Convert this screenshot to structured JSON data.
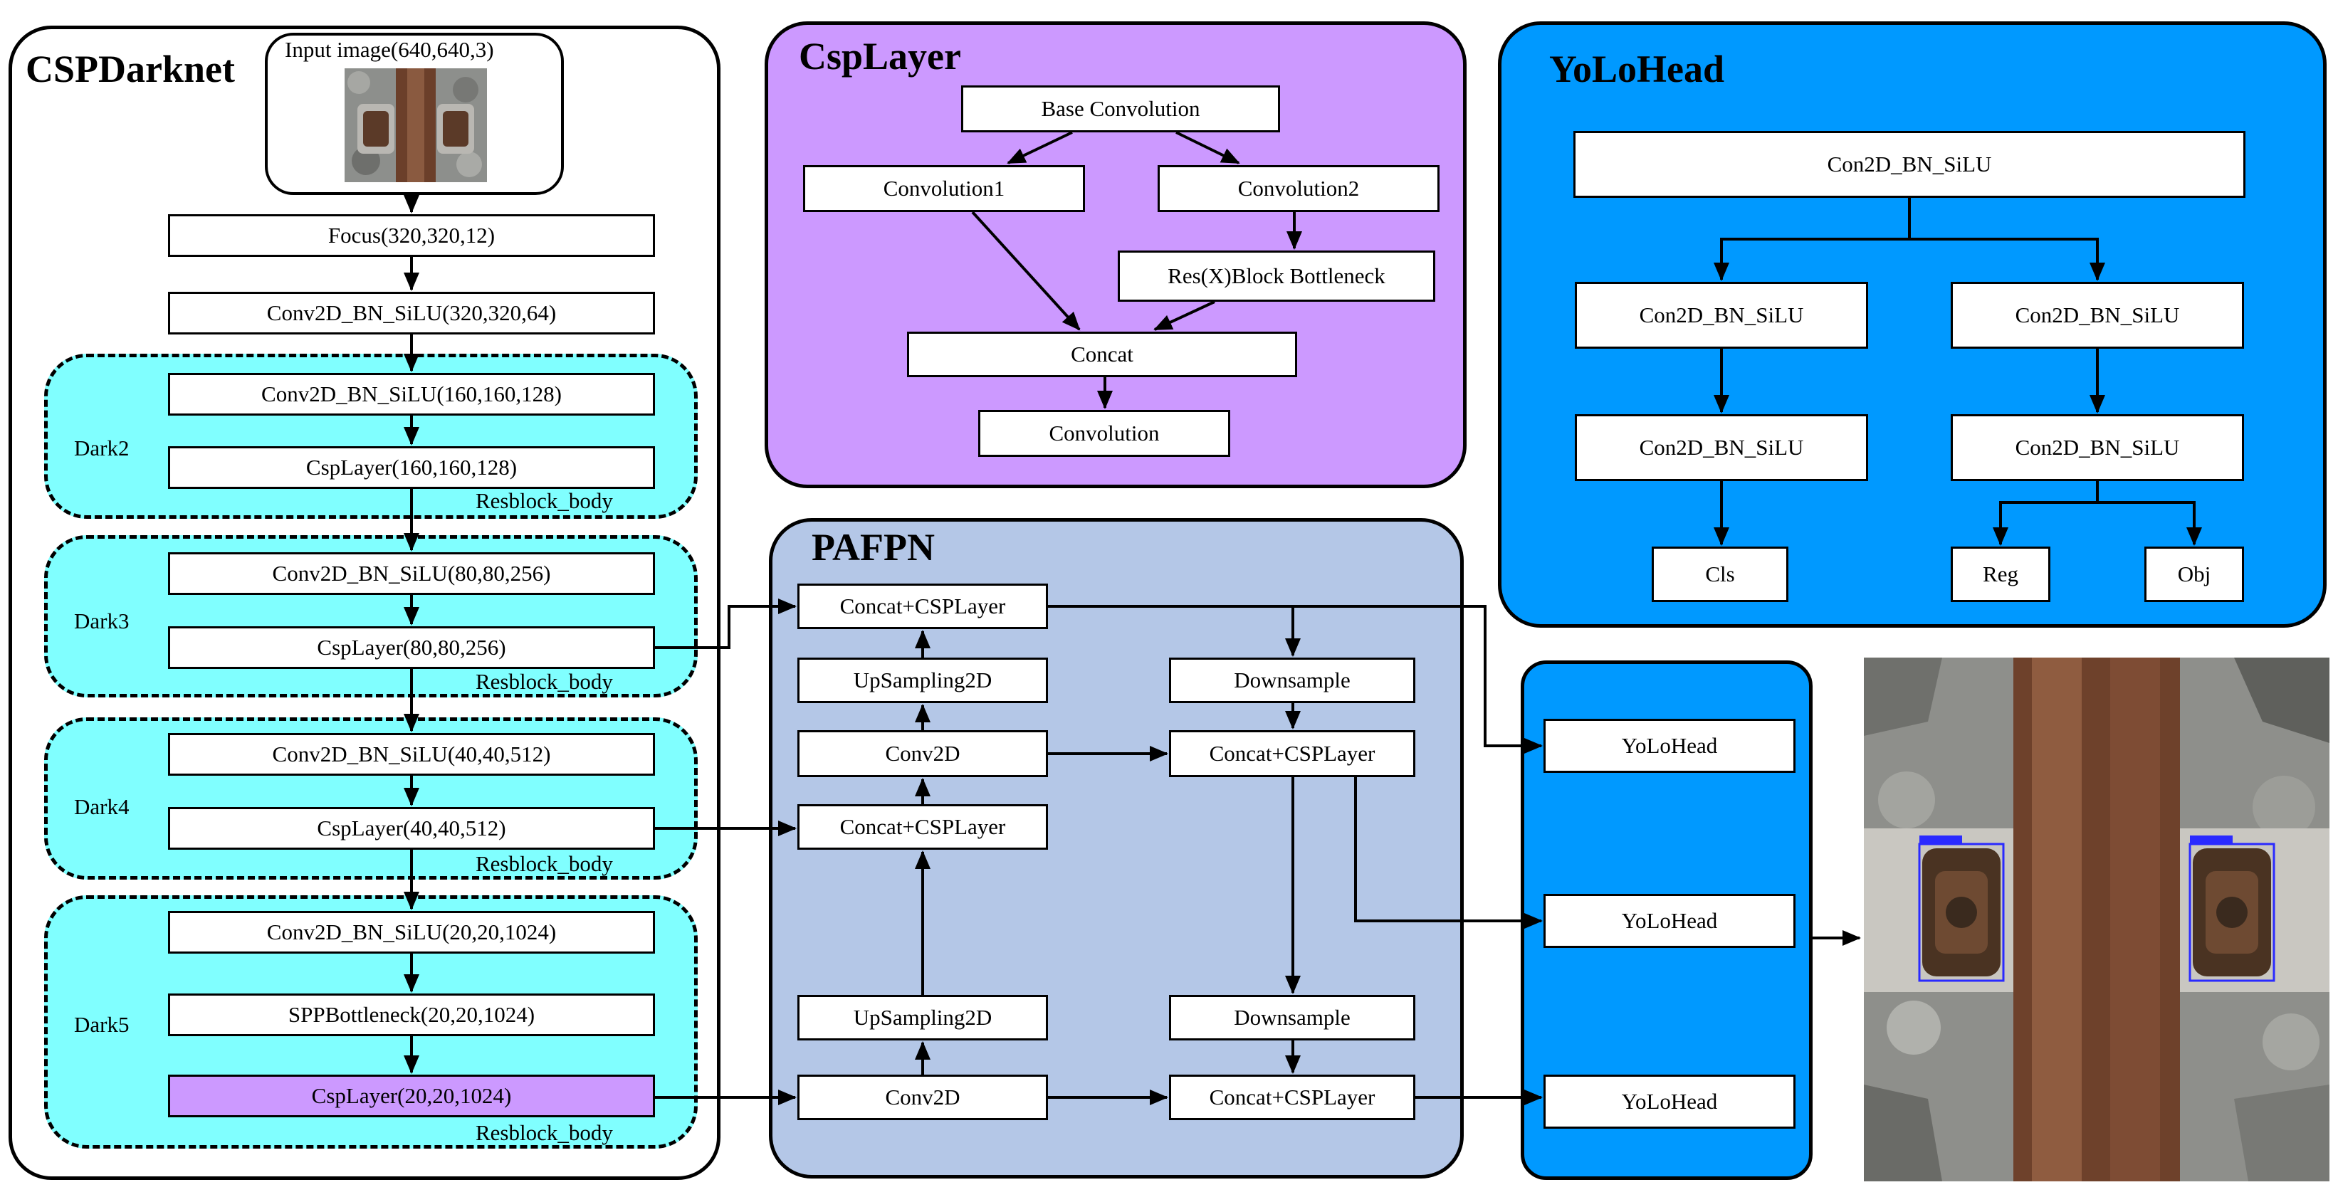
{
  "colors": {
    "cyan_block": "#80ffff",
    "purple_panel": "#cc99ff",
    "pafpn_panel": "#b4c7e7",
    "yolo_panel": "#0099ff",
    "highlight_box": "#cc99ff"
  },
  "csp_darknet": {
    "title": "CSPDarknet",
    "input_label": "Input image(640,640,3)",
    "focus": "Focus(320,320,12)",
    "conv_stem": "Conv2D_BN_SiLU(320,320,64)",
    "dark2": {
      "label": "Dark2",
      "conv": "Conv2D_BN_SiLU(160,160,128)",
      "csp": "CspLayer(160,160,128)",
      "tag": "Resblock_body"
    },
    "dark3": {
      "label": "Dark3",
      "conv": "Conv2D_BN_SiLU(80,80,256)",
      "csp": "CspLayer(80,80,256)",
      "tag": "Resblock_body"
    },
    "dark4": {
      "label": "Dark4",
      "conv": "Conv2D_BN_SiLU(40,40,512)",
      "csp": "CspLayer(40,40,512)",
      "tag": "Resblock_body"
    },
    "dark5": {
      "label": "Dark5",
      "conv": "Conv2D_BN_SiLU(20,20,1024)",
      "spp": "SPPBottleneck(20,20,1024)",
      "csp": "CspLayer(20,20,1024)",
      "tag": "Resblock_body"
    }
  },
  "csp_layer": {
    "title": "CspLayer",
    "base": "Base Convolution",
    "conv1": "Convolution1",
    "conv2": "Convolution2",
    "res": "Res(X)Block Bottleneck",
    "concat": "Concat",
    "conv": "Convolution"
  },
  "yolo_head": {
    "title": "YoLoHead",
    "top": "Con2D_BN_SiLU",
    "left1": "Con2D_BN_SiLU",
    "right1": "Con2D_BN_SiLU",
    "left2": "Con2D_BN_SiLU",
    "right2": "Con2D_BN_SiLU",
    "cls": "Cls",
    "reg": "Reg",
    "obj": "Obj"
  },
  "pafpn": {
    "title": "PAFPN",
    "concat_top": "Concat+CSPLayer",
    "upsample_top": "UpSampling2D",
    "conv_mid": "Conv2D",
    "concat_mid": "Concat+CSPLayer",
    "upsample_bottom": "UpSampling2D",
    "conv_bottom": "Conv2D",
    "downsample_top": "Downsample",
    "concat_right_mid": "Concat+CSPLayer",
    "downsample_bottom": "Downsample",
    "concat_right_bottom": "Concat+CSPLayer"
  },
  "heads": {
    "h1": "YoLoHead",
    "h2": "YoLoHead",
    "h3": "YoLoHead"
  }
}
